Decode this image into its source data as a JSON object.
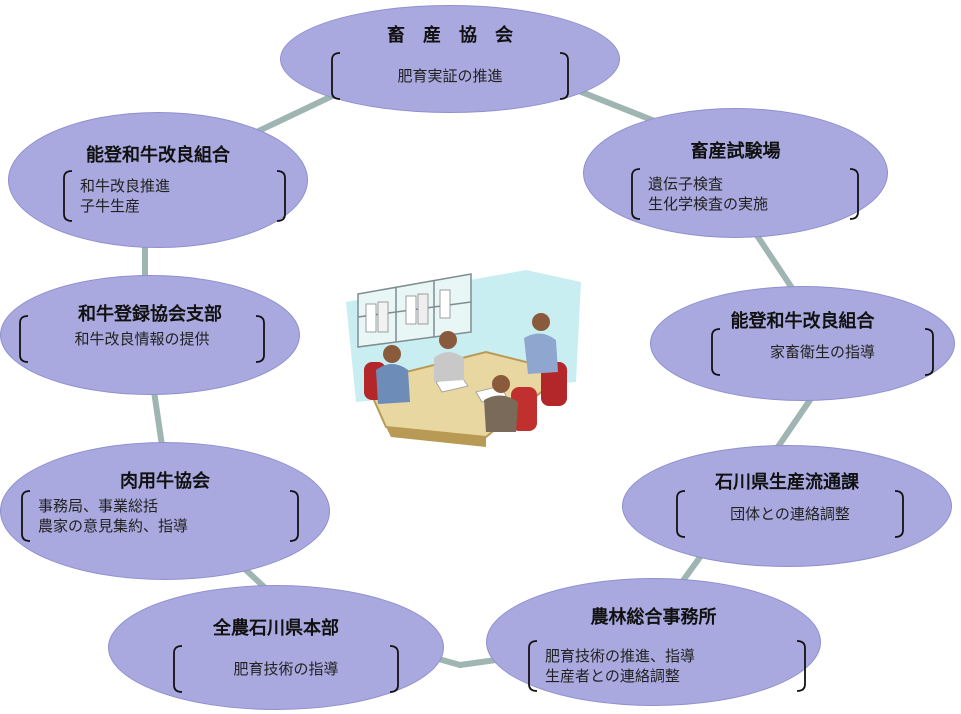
{
  "nodes": [
    {
      "id": "chikusan-kyokai",
      "title": "畜　産　協　会",
      "lines": [
        "肥育実証の推進"
      ]
    },
    {
      "id": "chikusan-shikenjo",
      "title": "畜産試験場",
      "lines": [
        "遺伝子検査",
        "生化学検査の実施"
      ]
    },
    {
      "id": "noto-wagyu-kumiai-right",
      "title": "能登和牛改良組合",
      "lines": [
        "家畜衛生の指導"
      ]
    },
    {
      "id": "ishikawa-seisan-ryutsu",
      "title": "石川県生産流通課",
      "lines": [
        "団体との連絡調整"
      ]
    },
    {
      "id": "norin-sogo-jimusho",
      "title": "農林総合事務所",
      "lines": [
        "肥育技術の推進、指導",
        "生産者との連絡調整"
      ]
    },
    {
      "id": "zennoh-ishikawa",
      "title": "全農石川県本部",
      "lines": [
        "肥育技術の指導"
      ]
    },
    {
      "id": "nikuyogyu-kyokai",
      "title": "肉用牛協会",
      "lines": [
        "事務局、事業総括",
        "農家の意見集約、指導"
      ]
    },
    {
      "id": "wagyu-toroku-shibu",
      "title": "和牛登録協会支部",
      "lines": [
        "和牛改良情報の提供"
      ]
    },
    {
      "id": "noto-wagyu-kumiai-left",
      "title": "能登和牛改良組合",
      "lines": [
        "和牛改良推進",
        "子牛生産"
      ]
    }
  ],
  "colors": {
    "node_fill": "#a9a9df",
    "node_border": "#8f8fd0",
    "ring": "#9fb5b2"
  },
  "center_image": "meeting-clipart-icon"
}
